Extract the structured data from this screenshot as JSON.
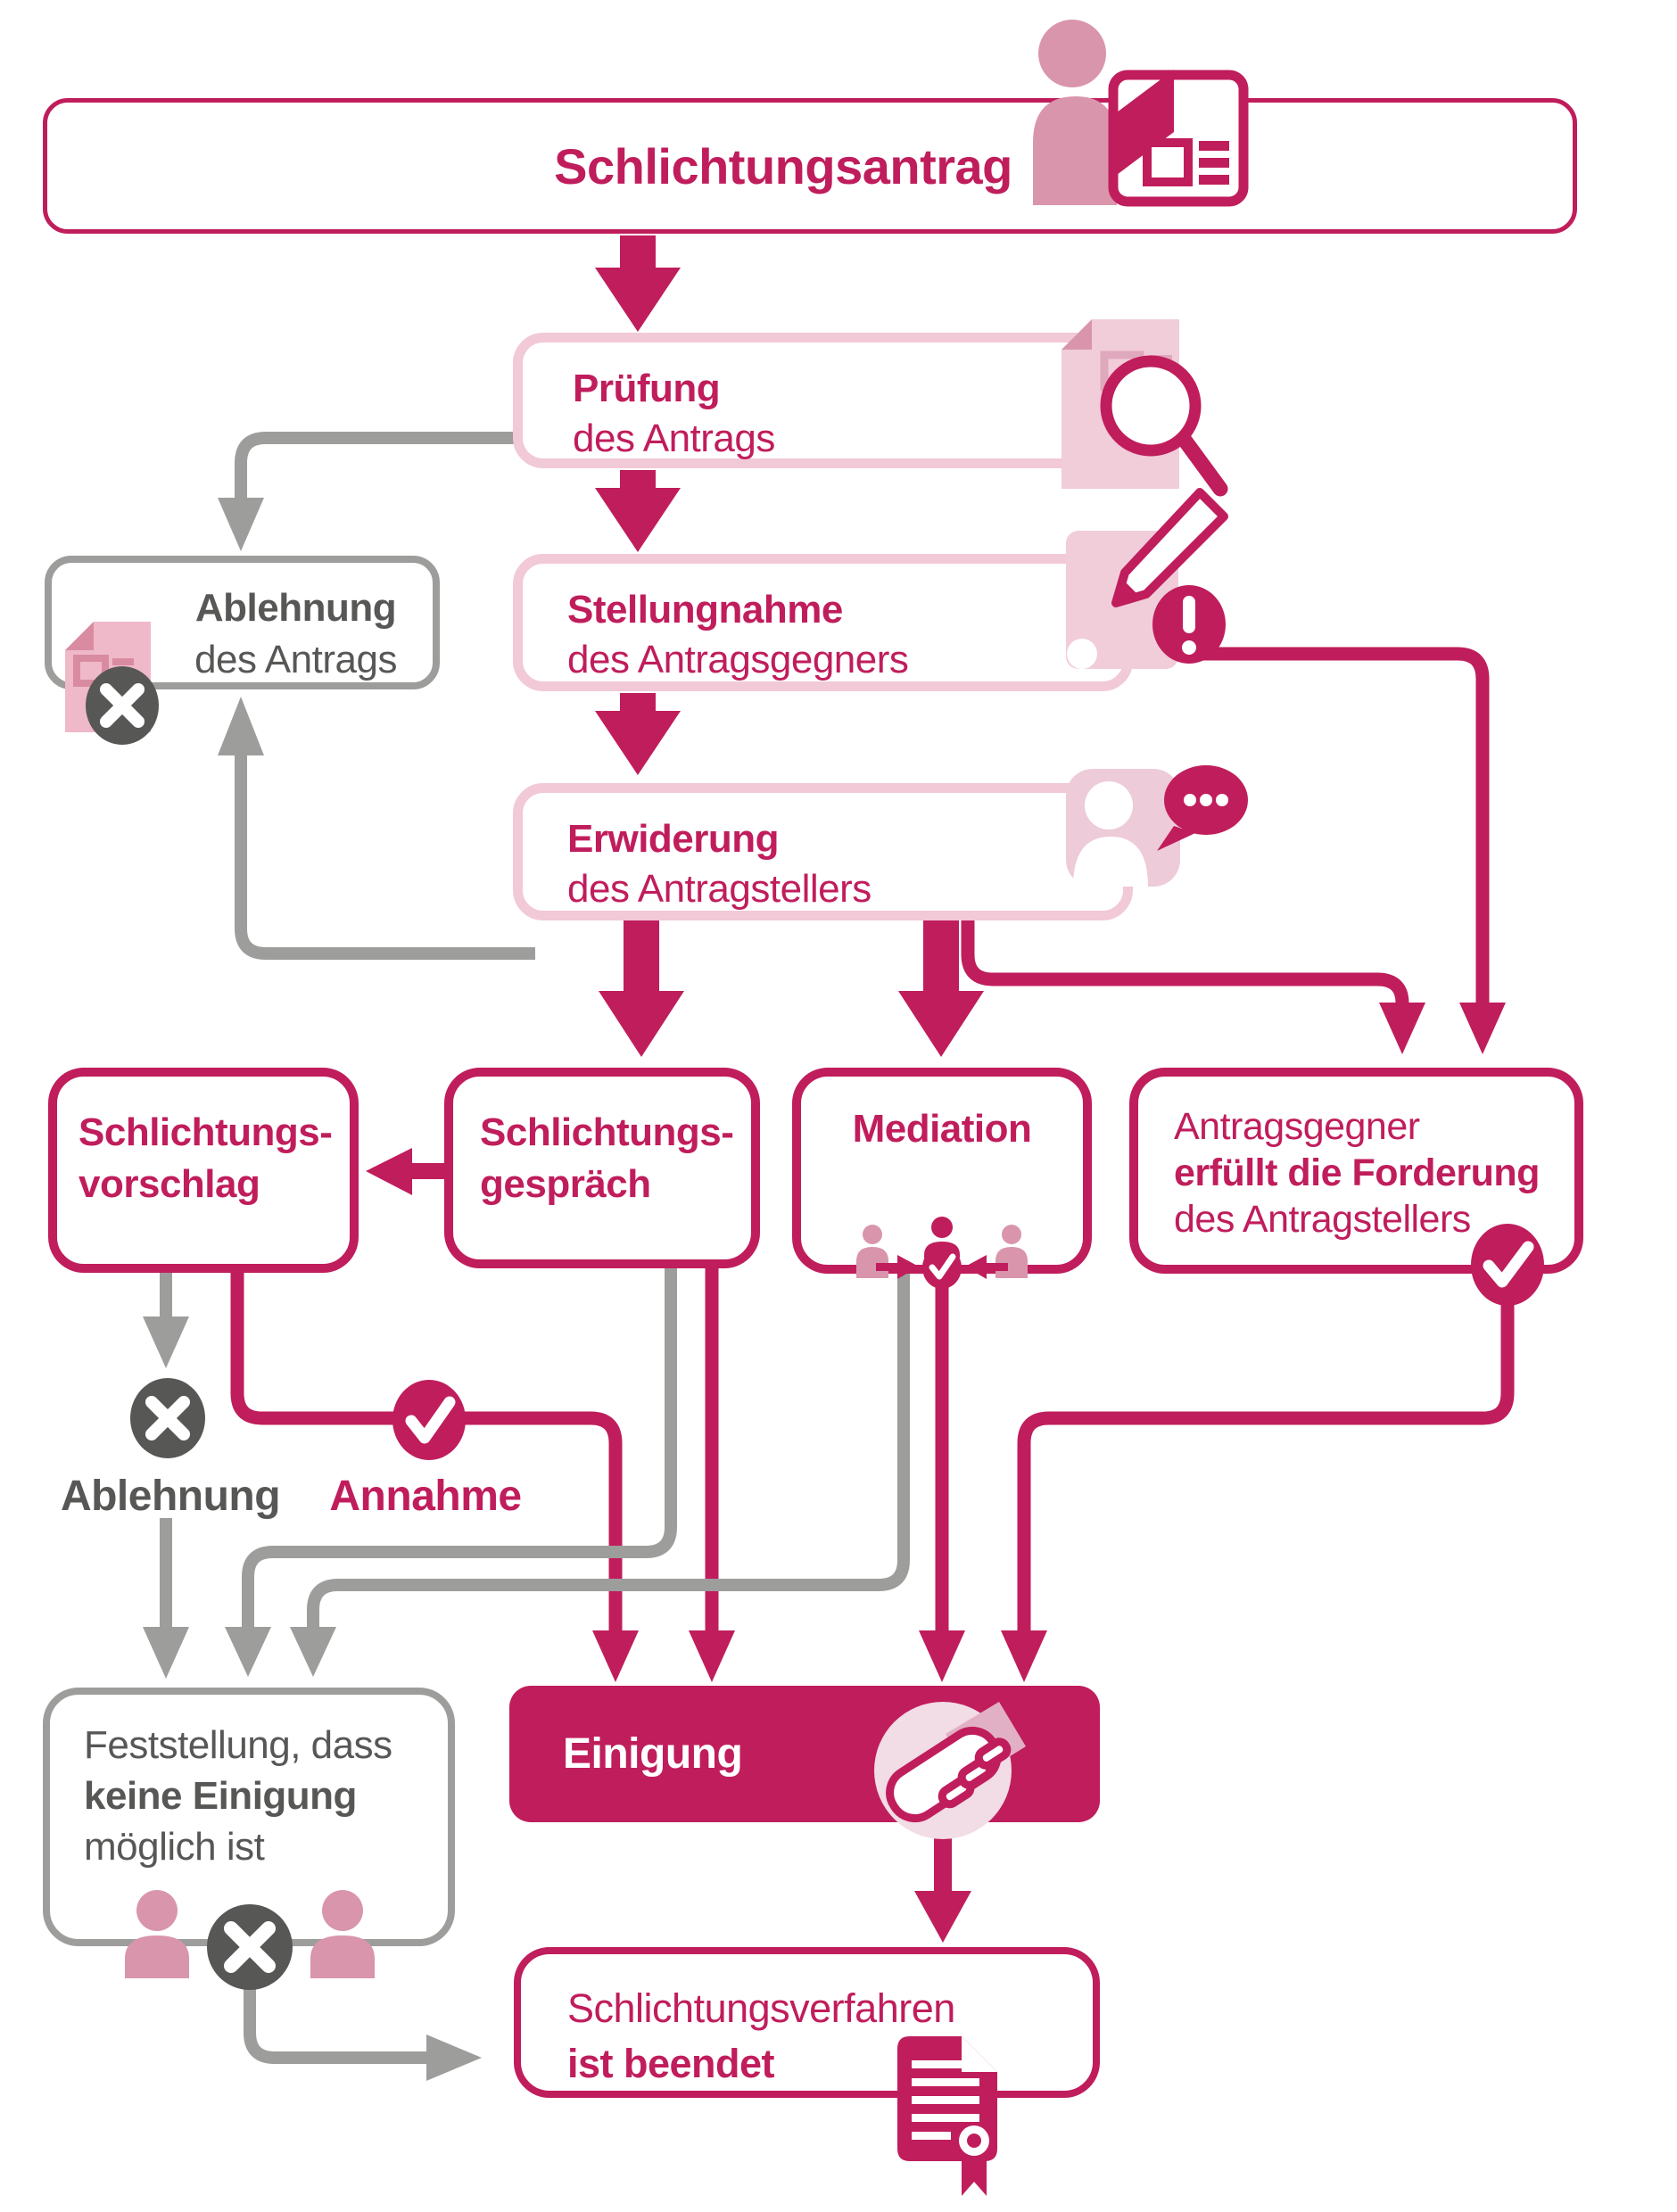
{
  "nodes": {
    "antrag": {
      "label": "Schlichtungsantrag"
    },
    "pruefung": {
      "line1": "Prüfung",
      "line2": "des Antrags"
    },
    "ablehnung_antrag": {
      "line1": "Ablehnung",
      "line2": "des Antrags"
    },
    "stellungnahme": {
      "line1": "Stellungnahme",
      "line2": "des Antragsgegners"
    },
    "erwiderung": {
      "line1": "Erwiderung",
      "line2": "des Antragstellers"
    },
    "vorschlag": {
      "line1": "Schlichtungs-",
      "line2": "vorschlag"
    },
    "gespraech": {
      "line1": "Schlichtungs-",
      "line2": "gespräch"
    },
    "mediation": {
      "label": "Mediation"
    },
    "erfuellung": {
      "line1": "Antragsgegner",
      "line2": "erfüllt die Forderung",
      "line3": "des Antragstellers"
    },
    "ablehnung_label": {
      "label": "Ablehnung"
    },
    "annahme_label": {
      "label": "Annahme"
    },
    "feststellung": {
      "line1": "Feststellung, dass",
      "line2": "keine Einigung",
      "line3": "möglich ist"
    },
    "einigung": {
      "label": "Einigung"
    },
    "beendet": {
      "line1": "Schlichtungsverfahren",
      "line2": "ist beendet"
    }
  },
  "colors": {
    "magenta": "#c01d5c",
    "pink_border": "#f2c9d6",
    "pale_pink": "#f1ccd9",
    "mid_pink": "#d995ab",
    "gray_line": "#9d9d9c",
    "dark_gray": "#575756",
    "handshake_bg": "#f2dce6",
    "white": "#ffffff"
  },
  "icons": {
    "antrag": "applicant-form-icon",
    "pruefung": "document-magnifier-icon",
    "stellungnahme": "letter-pen-exclamation-icon",
    "erwiderung": "person-speech-bubble-icon",
    "ablehnung_antrag": "document-cross-icon",
    "mediation": "mediator-between-parties-icon",
    "erfuellung": "check-circle-icon",
    "ablehnung": "cross-circle-icon",
    "annahme": "check-circle-icon",
    "einigung": "handshake-icon",
    "feststellung": "two-parties-cross-icon",
    "beendet": "certificate-document-icon"
  }
}
